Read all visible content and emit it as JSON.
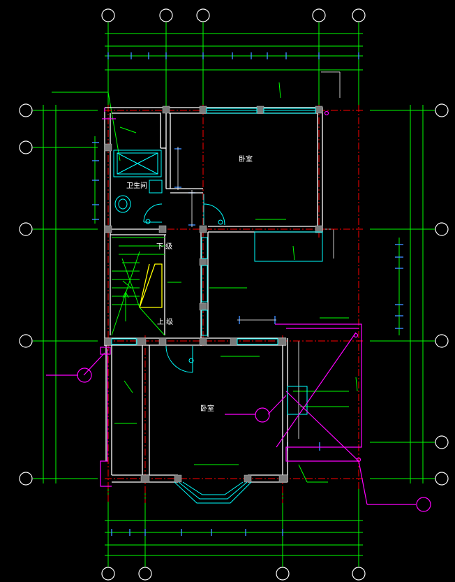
{
  "colors": {
    "background": "#000000",
    "wall": "#ffffff",
    "dimension": "#00ff00",
    "tick": "#3b8bff",
    "axis": "#ff0000",
    "door": "#00ffff",
    "annotation": "#ff00ff",
    "stair": "#ffff00",
    "column": "#808080"
  },
  "rooms": {
    "bedroom_top": "卧室",
    "bedroom_bottom": "卧室",
    "bathroom": "卫生间"
  },
  "stairs": {
    "down": "下 级",
    "up": "上 级"
  },
  "grid_bubble_icon": "circle-bubble-icon",
  "column_icon": "hatched-column-icon"
}
